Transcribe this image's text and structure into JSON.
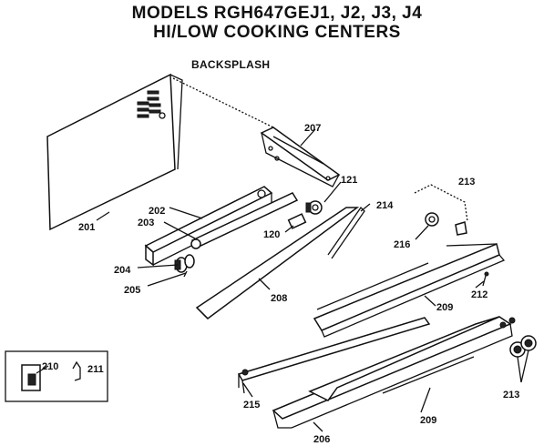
{
  "header": {
    "title_line1": "MODELS RGH647GEJ1, J2, J3, J4",
    "title_line2": "HI/LOW COOKING CENTERS",
    "section": "BACKSPLASH"
  },
  "callouts": {
    "p201": "201",
    "p202": "202",
    "p203": "203",
    "p204": "204",
    "p205": "205",
    "p207": "207",
    "p121": "121",
    "p214": "214",
    "p120": "120",
    "p208": "208",
    "p213a": "213",
    "p216": "216",
    "p212": "212",
    "p209a": "209",
    "p210": "210",
    "p211": "211",
    "p215": "215",
    "p206": "206",
    "p209b": "209",
    "p213b": "213"
  }
}
